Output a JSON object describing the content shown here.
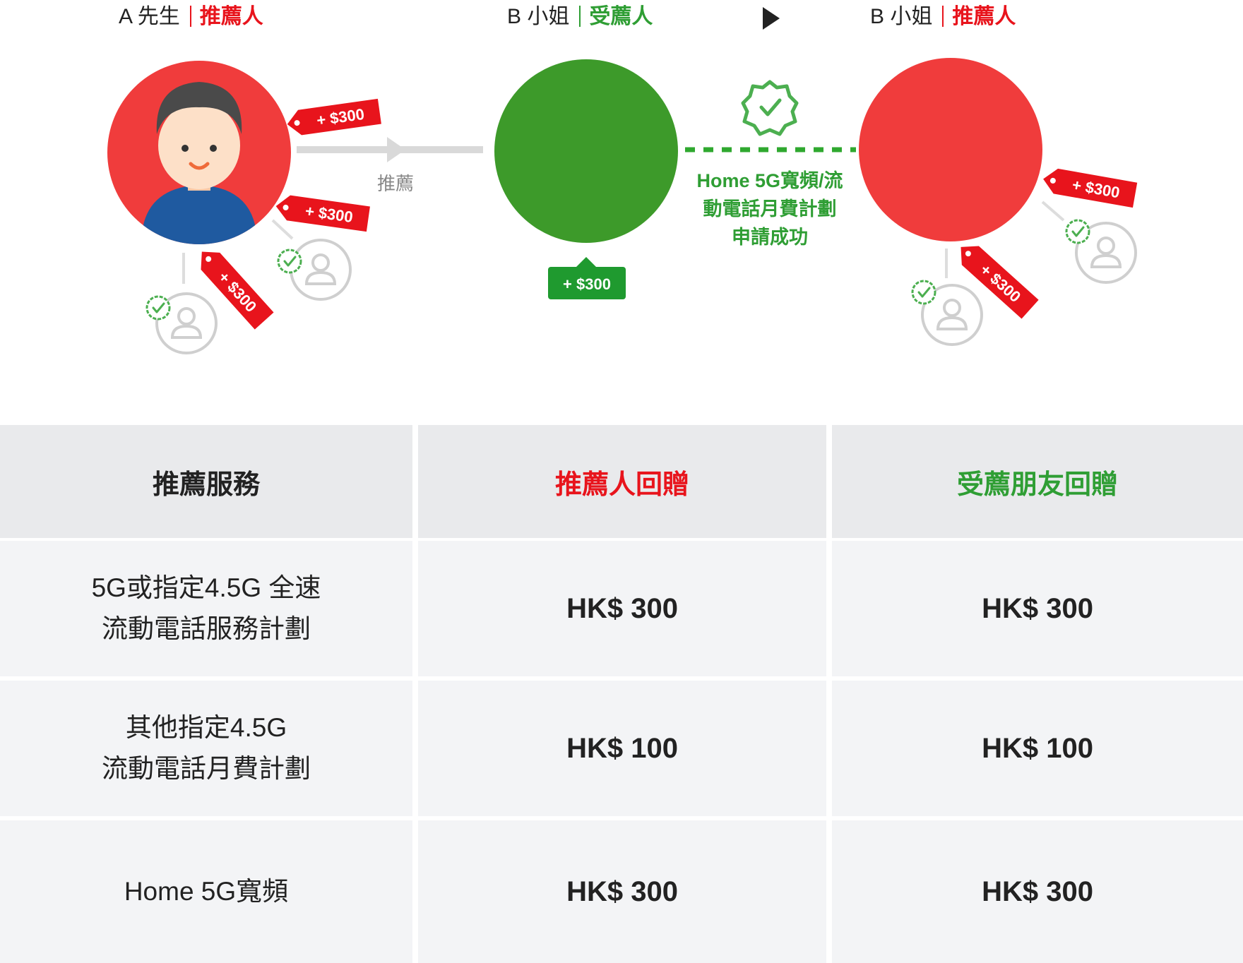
{
  "flow": {
    "person_a": {
      "name": "A 先生",
      "role": "推薦人"
    },
    "person_b": {
      "name": "B 小姐",
      "role": "受薦人"
    },
    "person_b_after": {
      "name": "B 小姐",
      "role": "推薦人"
    },
    "arrow_label": "推薦",
    "success_label": "Home 5G寬頻/流動電話月費計劃申請成功",
    "success_lines": [
      "Home 5G寬頻/流",
      "動電話月費計劃",
      "申請成功"
    ],
    "reward_tag": "+ $300",
    "colors": {
      "referrer": "#e8141c",
      "referee": "#2f9e34",
      "avatar_red": "#f03c3c",
      "avatar_green": "#3d9a2a"
    }
  },
  "table": {
    "headers": [
      {
        "label": "推薦服務",
        "color": "#222222"
      },
      {
        "label": "推薦人回贈",
        "color": "#e8141c"
      },
      {
        "label": "受薦朋友回贈",
        "color": "#2f9e34"
      }
    ],
    "rows": [
      {
        "service_lines": [
          "5G或指定4.5G 全速",
          "流動電話服務計劃"
        ],
        "referrer": "HK$ 300",
        "referee": "HK$ 300"
      },
      {
        "service_lines": [
          "其他指定4.5G",
          "流動電話月費計劃"
        ],
        "referrer": "HK$ 100",
        "referee": "HK$ 100"
      },
      {
        "service_lines": [
          "Home 5G寬頻"
        ],
        "referrer": "HK$ 300",
        "referee": "HK$ 300"
      }
    ]
  }
}
